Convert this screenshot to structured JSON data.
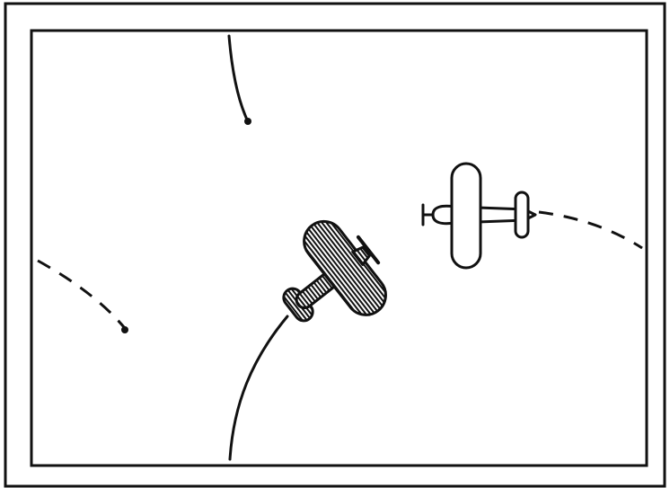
{
  "scene": {
    "background": "#ffffff",
    "ink": "#111111"
  },
  "planes": [
    {
      "id": "player",
      "pattern": "striped",
      "icon": "striped-biplane"
    },
    {
      "id": "enemy",
      "pattern": "outline",
      "icon": "outline-biplane"
    }
  ],
  "trails": [
    {
      "id": "trail-top",
      "style": "solid",
      "has_projectile": true
    },
    {
      "id": "trail-left",
      "style": "dashed",
      "has_projectile": true
    },
    {
      "id": "trail-player",
      "style": "solid",
      "has_projectile": false
    },
    {
      "id": "trail-enemy",
      "style": "dashed",
      "has_projectile": false
    }
  ]
}
